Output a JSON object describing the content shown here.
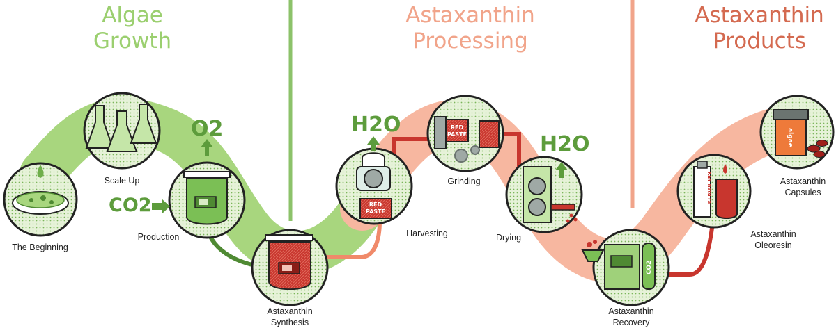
{
  "sections": [
    {
      "line1": "Algae",
      "line2": "Growth",
      "color": "#9bcf6f"
    },
    {
      "line1": "Astaxanthin",
      "line2": "Processing",
      "color": "#f1a48a"
    },
    {
      "line1": "Astaxanthin",
      "line2": "Products",
      "color": "#d46a50"
    }
  ],
  "steps": {
    "beginning": "The Beginning",
    "scale_up": "Scale Up",
    "production": "Production",
    "synthesis_1": "Astaxanthin",
    "synthesis_2": "Synthesis",
    "harvesting": "Harvesting",
    "grinding": "Grinding",
    "drying": "Drying",
    "recovery_1": "Astaxanthin",
    "recovery_2": "Recovery",
    "oleoresin_1": "Astaxanthin",
    "oleoresin_2": "Oleoresin",
    "capsules_1": "Astaxanthin",
    "capsules_2": "Capsules"
  },
  "gases": {
    "o2": "O2",
    "co2": "CO2",
    "h2o": "H2O"
  },
  "machine_text": {
    "red_paste": "RED",
    "paste": "PASTE",
    "co2_tank": "CO2",
    "bottle_brand": "KEY natu ra",
    "jar_brand": "algae"
  },
  "colors": {
    "green_band": "#a8d67e",
    "dark_green": "#4f8a33",
    "pink_band": "#f7b7a0",
    "red": "#c8362e",
    "divider_green": "#8cc26a",
    "divider_pink": "#f1a48a"
  }
}
